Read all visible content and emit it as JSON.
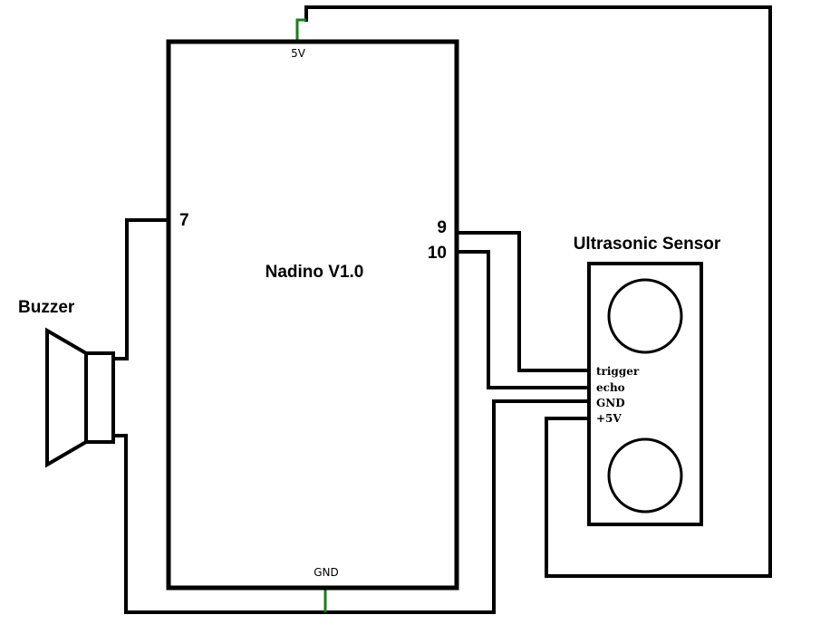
{
  "board": {
    "name": "Nadino V1.0",
    "pin_5v": "5V",
    "pin_gnd": "GND",
    "pin_7": "7",
    "pin_9": "9",
    "pin_10": "10"
  },
  "buzzer": {
    "label": "Buzzer"
  },
  "sensor": {
    "title": "Ultrasonic Sensor",
    "pins": {
      "trigger": "trigger",
      "echo": "echo",
      "gnd": "GND",
      "vcc": "+5V"
    }
  },
  "colors": {
    "wire": "#000000",
    "power_stub": "#1a7f1a",
    "background": "#ffffff"
  }
}
